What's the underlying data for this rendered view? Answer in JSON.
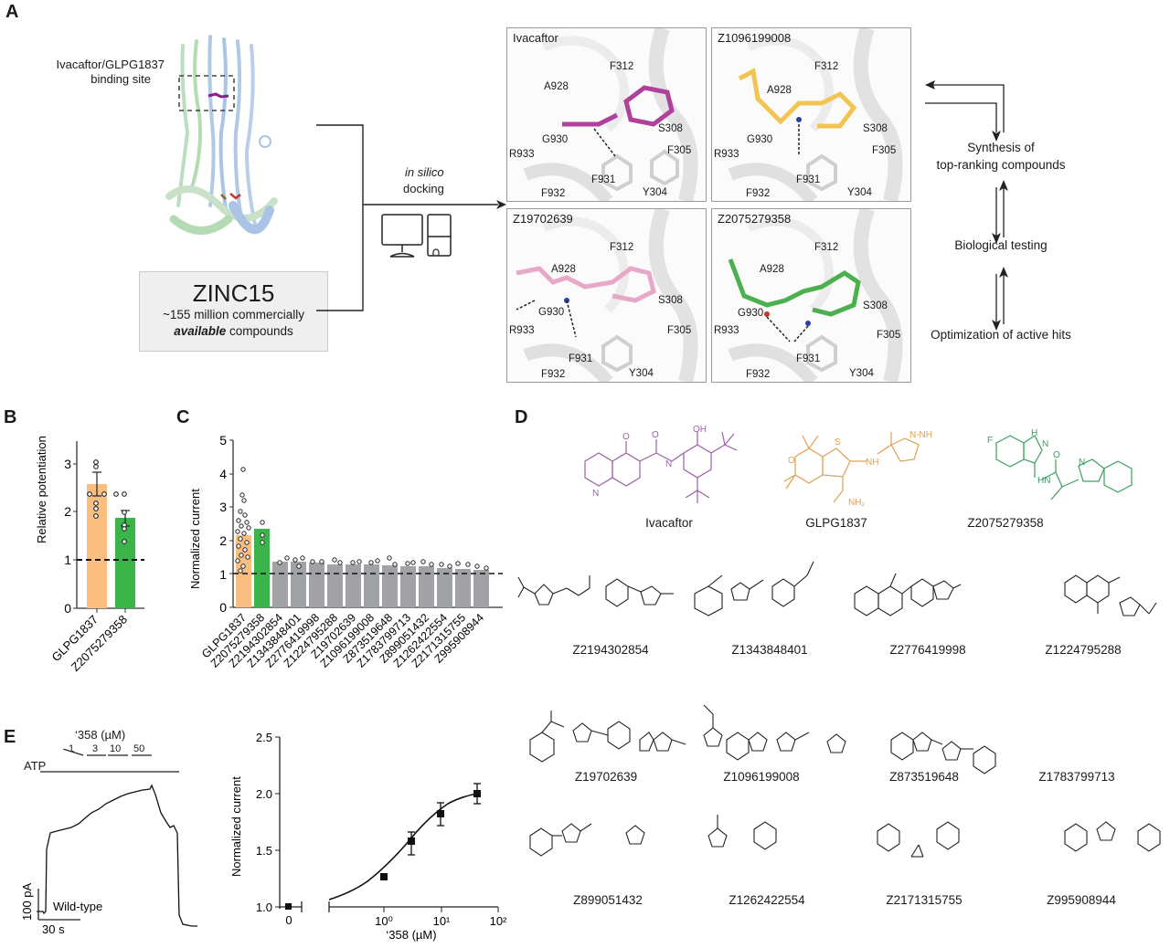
{
  "panels": {
    "A": {
      "letter": "A",
      "binding_site_label_1": "Ivacaftor/GLPG1837",
      "binding_site_label_2": "binding site",
      "zinc_title": "ZINC15",
      "zinc_line1": "~155 million commercially",
      "zinc_line2_bold": "available",
      "zinc_line2_rest": " compounds",
      "docking_label_1": "in silico",
      "docking_label_2": "docking",
      "docking_panels": [
        {
          "title": "Ivacaftor",
          "ligand_color": "#b0409a"
        },
        {
          "title": "Z1096199008",
          "ligand_color": "#f2c452"
        },
        {
          "title": "Z19702639",
          "ligand_color": "#e8a8c8"
        },
        {
          "title": "Z2075279358",
          "ligand_color": "#4caf50"
        }
      ],
      "residues": [
        "F312",
        "A928",
        "S308",
        "G930",
        "R933",
        "F305",
        "F931",
        "F932",
        "Y304"
      ],
      "cycle": {
        "step1_line1": "Synthesis of",
        "step1_line2": "top-ranking compounds",
        "step2": "Biological testing",
        "step3": "Optimization of active hits"
      }
    },
    "B": {
      "letter": "B"
    },
    "C": {
      "letter": "C"
    },
    "D": {
      "letter": "D",
      "top_molecules": [
        {
          "name": "Ivacaftor",
          "color": "#9b5fa8"
        },
        {
          "name": "GLPG1837",
          "color": "#e0a050"
        },
        {
          "name": "Z2075279358",
          "color": "#3aa060"
        }
      ],
      "grid_molecules": [
        "Z2194302854",
        "Z1343848401",
        "Z2776419998",
        "Z1224795288",
        "Z19702639",
        "Z1096199008",
        "Z873519648",
        "Z1783799713",
        "Z899051432",
        "Z1262422554",
        "Z2171315755",
        "Z995908944"
      ]
    },
    "E": {
      "letter": "E",
      "compound_label": "‘358 (µM)",
      "concentrations": [
        "1",
        "3",
        "10",
        "50"
      ],
      "atp_label": "ATP",
      "scale_y": "100 pA",
      "scale_x": "30 s",
      "trace_label": "Wild-type"
    }
  },
  "chart_data": [
    {
      "panel": "B",
      "type": "bar",
      "title": "",
      "xlabel": "",
      "ylabel": "Relative potentiation",
      "categories": [
        "GLPG1837",
        "Z2075279358"
      ],
      "values": [
        2.57,
        1.87
      ],
      "errors": [
        0.24,
        0.16
      ],
      "colors": [
        "#f9be80",
        "#3bb54a"
      ],
      "points": [
        [
          3.02,
          2.92,
          2.32,
          2.32,
          2.13,
          2.02,
          1.87
        ],
        [
          2.29,
          2.31,
          1.97,
          1.71,
          1.61,
          1.35
        ]
      ],
      "yticks": [
        0,
        1,
        2,
        3
      ],
      "ylim": [
        0,
        3.5
      ],
      "reference_line": 1
    },
    {
      "panel": "C",
      "type": "bar",
      "title": "",
      "xlabel": "",
      "ylabel": "Normalized current",
      "categories": [
        "GLPG1837",
        "Z2075279358",
        "Z2194302854",
        "Z1343848401",
        "Z2776419998",
        "Z1224795288",
        "Z19702639",
        "Z1096199008",
        "Z873519648",
        "Z1783799713",
        "Z899051432",
        "Z1262422554",
        "Z2171315755",
        "Z995908944"
      ],
      "values": [
        2.15,
        2.35,
        1.38,
        1.37,
        1.35,
        1.3,
        1.3,
        1.3,
        1.25,
        1.22,
        1.22,
        1.17,
        1.15,
        1.13
      ],
      "errors": [
        0.1,
        0.25,
        0.08,
        0.08,
        0.08,
        0.08,
        0.03,
        0.03,
        0.12,
        0.03,
        0.05,
        0.03,
        0.1,
        0.03
      ],
      "colors": [
        "#f9be80",
        "#3bb54a",
        "#a0a2a6",
        "#a0a2a6",
        "#a0a2a6",
        "#a0a2a6",
        "#a0a2a6",
        "#a0a2a6",
        "#a0a2a6",
        "#a0a2a6",
        "#a0a2a6",
        "#a0a2a6",
        "#a0a2a6",
        "#a0a2a6"
      ],
      "yticks": [
        0,
        1,
        2,
        3,
        4,
        5
      ],
      "ylim": [
        0,
        5
      ],
      "reference_line": 1
    },
    {
      "panel": "E",
      "type": "scatter",
      "title": "",
      "xlabel": "‘358 (µM)",
      "ylabel": "Normalized current",
      "x": [
        0,
        1,
        3,
        10,
        50
      ],
      "y": [
        1.0,
        1.31,
        1.62,
        1.85,
        2.0
      ],
      "errors": [
        0.01,
        0.02,
        0.08,
        0.09,
        0.09
      ],
      "xscale": "log",
      "xticks": [
        "0",
        "10^0",
        "10^1",
        "10^2"
      ],
      "yticks": [
        1.0,
        1.5,
        2.0,
        2.5
      ],
      "ylim": [
        1.0,
        2.5
      ],
      "fit": "sigmoidal dose-response"
    }
  ]
}
